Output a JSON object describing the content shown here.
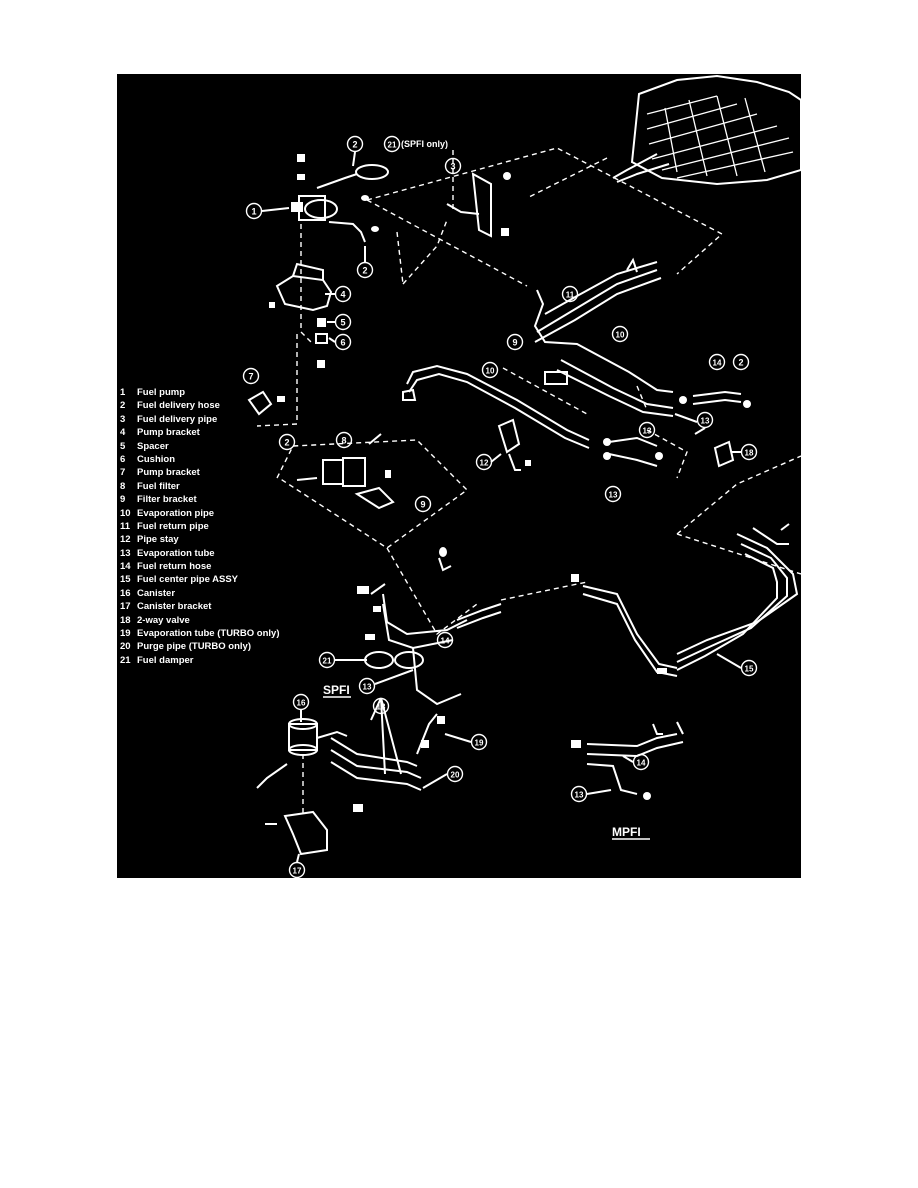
{
  "legend": [
    {
      "num": "1",
      "text": "Fuel pump"
    },
    {
      "num": "2",
      "text": "Fuel delivery hose"
    },
    {
      "num": "3",
      "text": "Fuel delivery pipe"
    },
    {
      "num": "4",
      "text": "Pump bracket"
    },
    {
      "num": "5",
      "text": "Spacer"
    },
    {
      "num": "6",
      "text": "Cushion"
    },
    {
      "num": "7",
      "text": "Pump bracket"
    },
    {
      "num": "8",
      "text": "Fuel filter"
    },
    {
      "num": "9",
      "text": "Filter bracket"
    },
    {
      "num": "10",
      "text": "Evaporation pipe"
    },
    {
      "num": "11",
      "text": "Fuel return pipe"
    },
    {
      "num": "12",
      "text": "Pipe stay"
    },
    {
      "num": "13",
      "text": "Evaporation tube"
    },
    {
      "num": "14",
      "text": "Fuel return hose"
    },
    {
      "num": "15",
      "text": "Fuel center pipe ASSY"
    },
    {
      "num": "16",
      "text": "Canister"
    },
    {
      "num": "17",
      "text": "Canister bracket"
    },
    {
      "num": "18",
      "text": "2-way valve"
    },
    {
      "num": "19",
      "text": "Evaporation tube (TURBO only)"
    },
    {
      "num": "20",
      "text": "Purge pipe (TURBO only)"
    },
    {
      "num": "21",
      "text": "Fuel damper"
    }
  ],
  "callouts": [
    "1",
    "2",
    "2",
    "21",
    "3",
    "4",
    "5",
    "6",
    "11",
    "10",
    "9",
    "10",
    "14",
    "2",
    "13",
    "7",
    "13",
    "18",
    "12",
    "13",
    "2",
    "8",
    "9",
    "14",
    "21",
    "13",
    "15",
    "16",
    "13",
    "19",
    "20",
    "14",
    "13",
    "17"
  ],
  "notes": {
    "spfi_only": "(SPFI only)",
    "spfi": "SPFI",
    "mpfi": "MPFI"
  },
  "colors": {
    "background": "#000000",
    "line": "#ffffff",
    "page": "#ffffff"
  }
}
